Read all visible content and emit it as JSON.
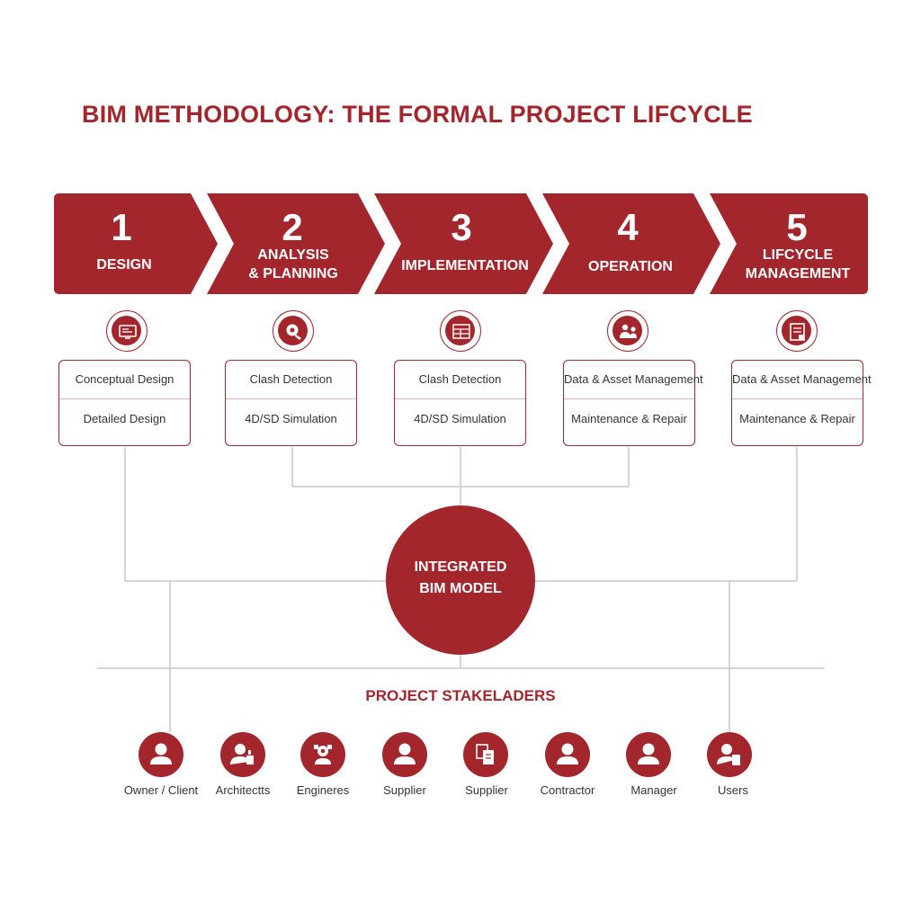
{
  "title": "BIM METHODOLOGY: THE FORMAL PROJECT LIFCYCLE",
  "colors": {
    "accent": "#a2262c",
    "connector": "#c8c8c8",
    "text": "#333333"
  },
  "phases": [
    {
      "num": "1",
      "label_line1": "DESIGN",
      "label_line2": "",
      "icon": "blueprint-monitor-icon",
      "tasks": [
        "Conceptual Design",
        "Detailed Design"
      ]
    },
    {
      "num": "2",
      "label_line1": "ANALYSIS",
      "label_line2": "& PLANNING",
      "icon": "analysis-gear-icon",
      "tasks": [
        "Clash Detection",
        "4D/SD Simulation"
      ]
    },
    {
      "num": "3",
      "label_line1": "IMPLEMENTATION",
      "label_line2": "",
      "icon": "construction-plan-icon",
      "tasks": [
        "Clash Detection",
        "4D/SD Simulation"
      ]
    },
    {
      "num": "4",
      "label_line1": "OPERATION",
      "label_line2": "",
      "icon": "team-operation-icon",
      "tasks": [
        "Data & Asset Management",
        "Maintenance & Repair"
      ]
    },
    {
      "num": "5",
      "label_line1": "LIFCYCLE",
      "label_line2": "MANAGEMENT",
      "icon": "document-management-icon",
      "tasks": [
        "Data & Asset Management",
        "Maintenance & Repair"
      ]
    }
  ],
  "hub": {
    "line1": "INTEGRATED",
    "line2": "BIM MODEL"
  },
  "stakeholders_title": "PROJECT STAKELADERS",
  "stakeholders": [
    {
      "label": "Owner / Client",
      "icon": "person-icon"
    },
    {
      "label": "Architectts",
      "icon": "architect-icon"
    },
    {
      "label": "Engineres",
      "icon": "engineers-icon"
    },
    {
      "label": "Supplier",
      "icon": "person-icon"
    },
    {
      "label": "Supplier",
      "icon": "documents-icon"
    },
    {
      "label": "Contractor",
      "icon": "person-icon"
    },
    {
      "label": "Manager",
      "icon": "person-icon"
    },
    {
      "label": "Users",
      "icon": "user-device-icon"
    }
  ]
}
